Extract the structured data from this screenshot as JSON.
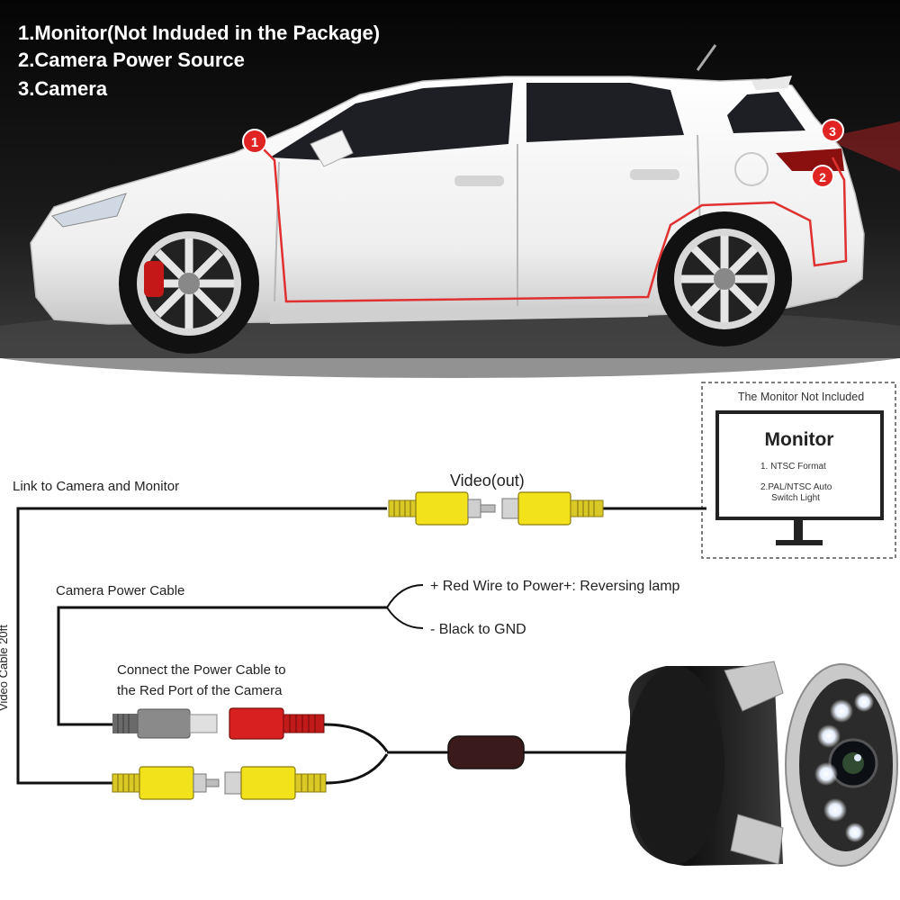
{
  "legend": {
    "items": [
      "1.Monitor(Not Induded in the Package)",
      "2.Camera Power Source",
      "3.Camera"
    ]
  },
  "car_markers": [
    "1",
    "2",
    "3"
  ],
  "diagram": {
    "video_cable_label": "Link to Camera and Monitor",
    "video_out_label": "Video(out)",
    "video_cable_side_label": "Video Cable 20ft",
    "power_cable_label": "Camera Power Cable",
    "red_wire_label": "+  Red Wire to Power+: Reversing lamp",
    "black_wire_label": "-  Black to GND",
    "connect_note_line1": "Connect the Power Cable to",
    "connect_note_line2": "the Red Port of the Camera",
    "monitor_box": {
      "note": "The Monitor Not Included",
      "title": "Monitor",
      "item1": "1. NTSC Format",
      "item2_line1": "2.PAL/NTSC Auto",
      "item2_line2": "Switch Light"
    }
  },
  "colors": {
    "route_red": "#e03030",
    "rca_yellow": "#f2e21b",
    "power_red": "#d82020",
    "plug_gray": "#8a8a8a"
  }
}
